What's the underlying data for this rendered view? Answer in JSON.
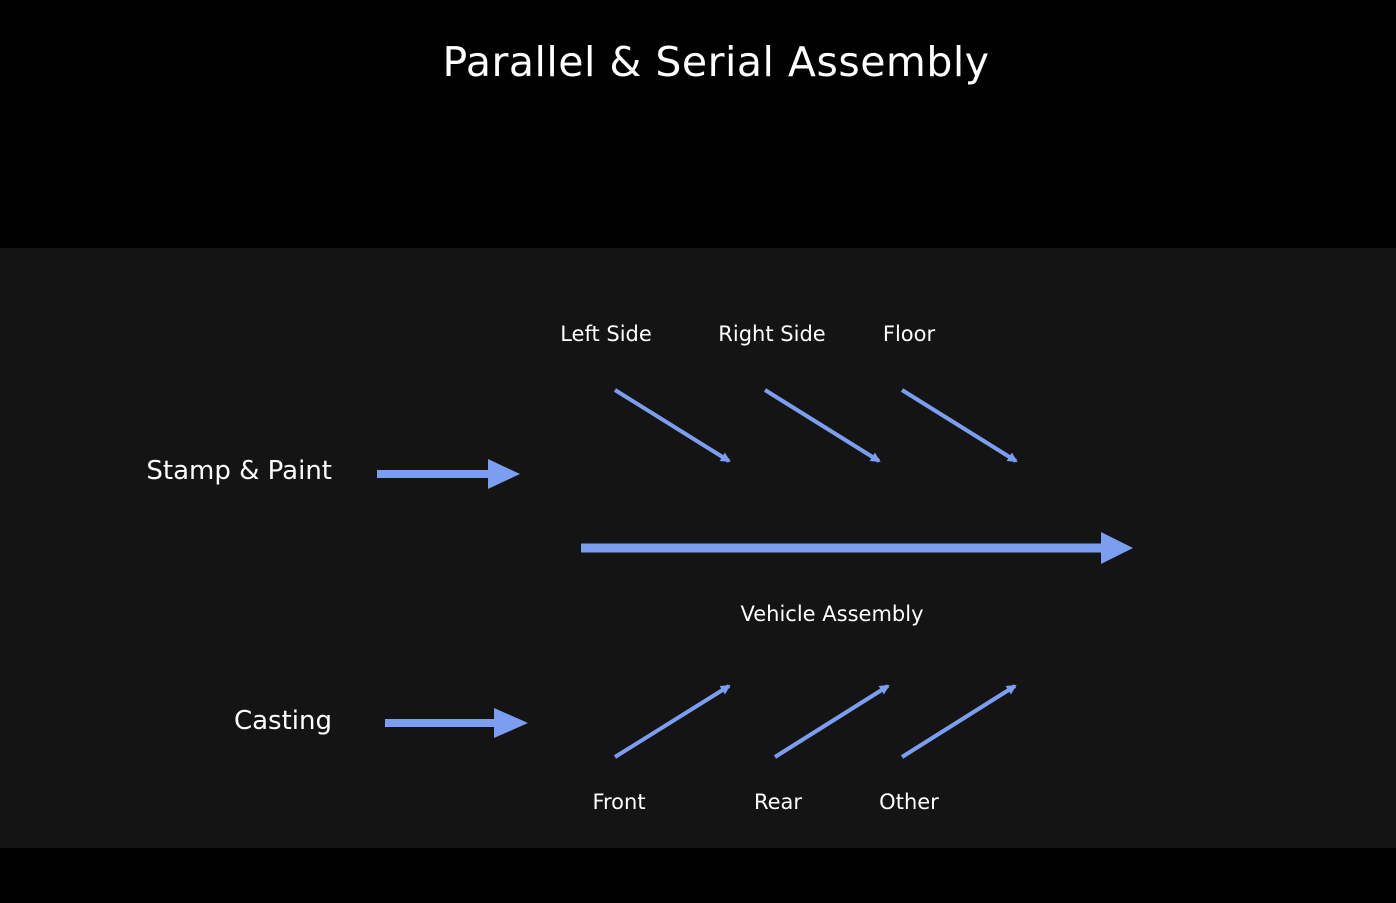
{
  "title": "Parallel & Serial Assembly",
  "colors": {
    "background": "#000000",
    "panel": "#141414",
    "arrow": "#7b9ef0",
    "text": "#ffffff"
  },
  "inputs": {
    "stamp_paint": "Stamp & Paint",
    "casting": "Casting"
  },
  "top_subassemblies": [
    "Left Side",
    "Right Side",
    "Floor"
  ],
  "bottom_subassemblies": [
    "Front",
    "Rear",
    "Other"
  ],
  "main_line": "Vehicle Assembly"
}
